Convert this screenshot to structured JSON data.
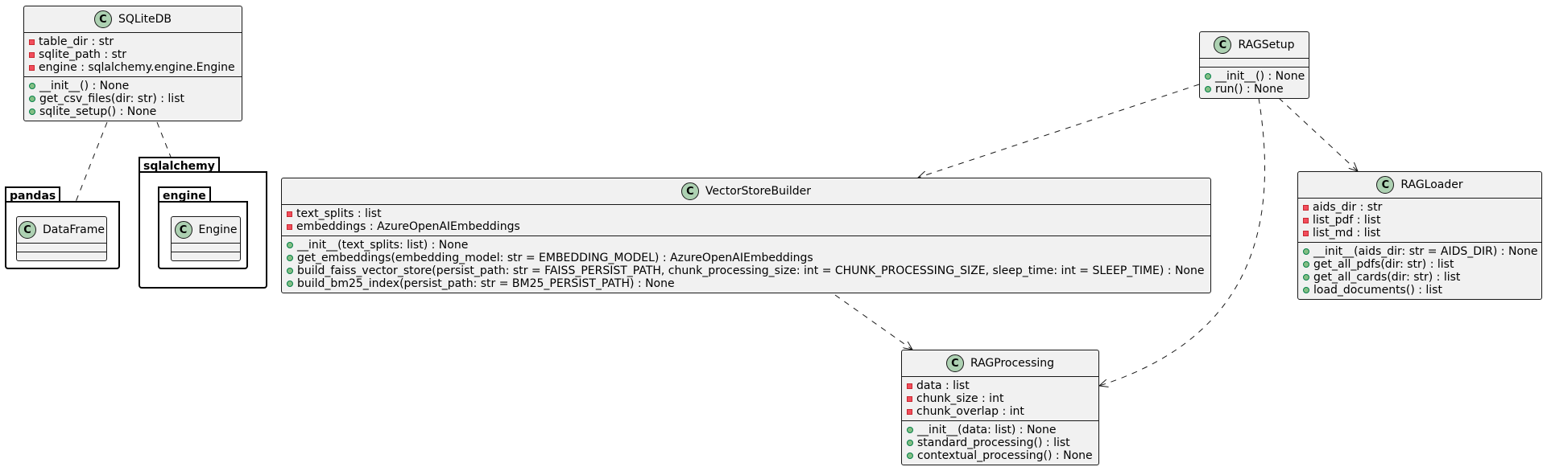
{
  "classes": {
    "sqlitedb": {
      "name": "SQLiteDB",
      "fields": [
        "table_dir : str",
        "sqlite_path : str",
        "engine : sqlalchemy.engine.Engine"
      ],
      "methods": [
        "__init__() : None",
        "get_csv_files(dir: str) : list",
        "sqlite_setup() : None"
      ]
    },
    "ragsetup": {
      "name": "RAGSetup",
      "methods": [
        "__init__() : None",
        "run() : None"
      ]
    },
    "vectorstorebuilder": {
      "name": "VectorStoreBuilder",
      "fields": [
        "text_splits : list",
        "embeddings : AzureOpenAIEmbeddings"
      ],
      "methods": [
        "__init__(text_splits: list) : None",
        "get_embeddings(embedding_model: str = EMBEDDING_MODEL) : AzureOpenAIEmbeddings",
        "build_faiss_vector_store(persist_path: str = FAISS_PERSIST_PATH, chunk_processing_size: int = CHUNK_PROCESSING_SIZE, sleep_time: int = SLEEP_TIME) : None",
        "build_bm25_index(persist_path: str = BM25_PERSIST_PATH) : None"
      ]
    },
    "ragloader": {
      "name": "RAGLoader",
      "fields": [
        "aids_dir : str",
        "list_pdf : list",
        "list_md : list"
      ],
      "methods": [
        "__init__(aids_dir: str = AIDS_DIR) : None",
        "get_all_pdfs(dir: str) : list",
        "get_all_cards(dir: str) : list",
        "load_documents() : list"
      ]
    },
    "ragprocessing": {
      "name": "RAGProcessing",
      "fields": [
        "data : list",
        "chunk_size : int",
        "chunk_overlap : int"
      ],
      "methods": [
        "__init__(data: list) : None",
        "standard_processing() : list",
        "contextual_processing() : None"
      ]
    },
    "dataframe": {
      "name": "DataFrame"
    },
    "engine": {
      "name": "Engine"
    }
  },
  "packages": {
    "pandas": "pandas",
    "sqlalchemy": "sqlalchemy",
    "engine": "engine"
  },
  "icon_letter": "C",
  "colors": {
    "class_fill": "#f1f1f1",
    "class_icon": "#add1b2",
    "private_marker": "#f24d5c",
    "public_marker": "#84be84"
  }
}
